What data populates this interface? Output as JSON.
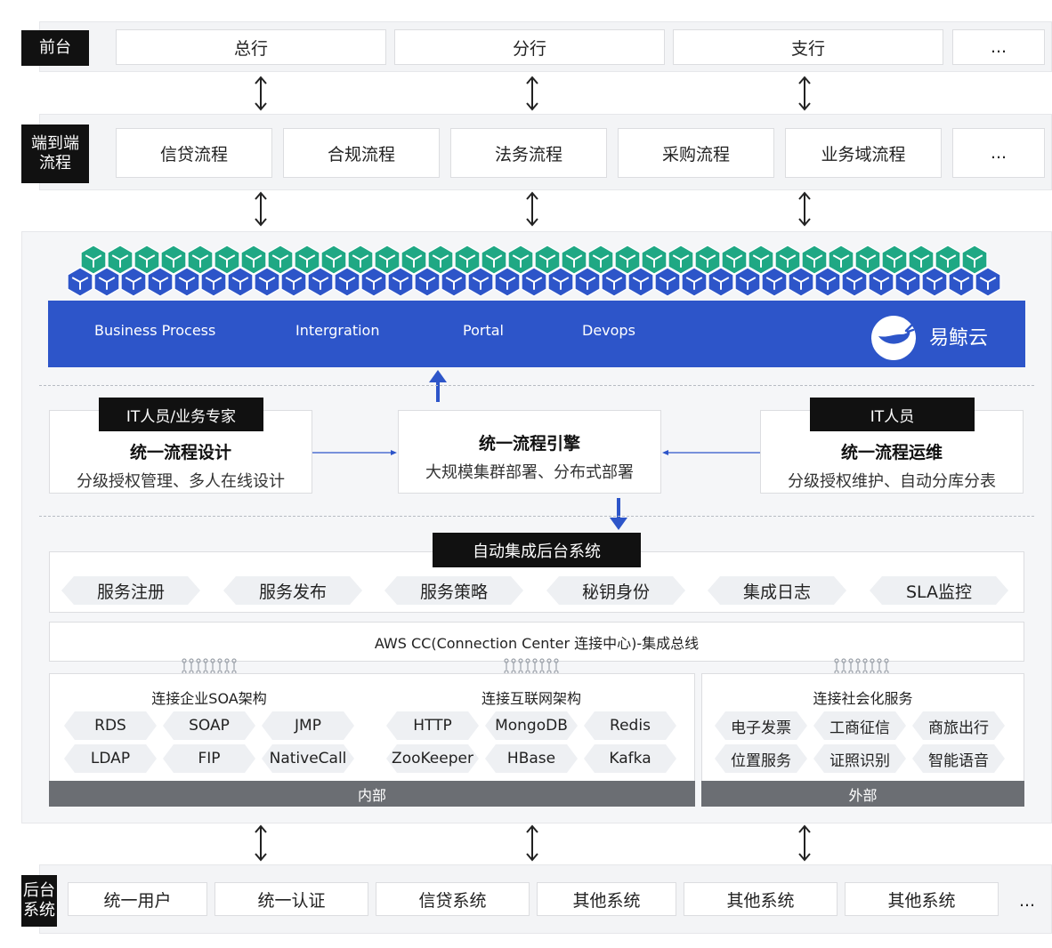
{
  "front": {
    "label": "前台",
    "items": [
      "总行",
      "分行",
      "支行",
      "..."
    ]
  },
  "e2e": {
    "label_line1": "端到端",
    "label_line2": "流程",
    "items": [
      "信贷流程",
      "合规流程",
      "法务流程",
      "采购流程",
      "业务域流程",
      "..."
    ]
  },
  "platform": {
    "tabs": [
      "Business Process",
      "Intergration",
      "Portal",
      "Devops"
    ],
    "brand": "易鲸云",
    "colors": {
      "bar": "#2d55c9",
      "hex_top": "#1fa884",
      "hex_bottom": "#2d55c9"
    }
  },
  "design": {
    "tag": "IT人员/业务专家",
    "title": "统一流程设计",
    "desc": "分级授权管理、多人在线设计"
  },
  "engine": {
    "title": "统一流程引擎",
    "desc": "大规模集群部署、分布式部署"
  },
  "ops": {
    "tag": "IT人员",
    "title": "统一流程运维",
    "desc": "分级授权维护、自动分库分表"
  },
  "integration": {
    "title": "自动集成后台系统",
    "services": [
      "服务注册",
      "服务发布",
      "服务策略",
      "秘钥身份",
      "集成日志",
      "SLA监控"
    ],
    "bus": "AWS CC(Connection Center 连接中心)-集成总线"
  },
  "internal": {
    "soa_title": "连接企业SOA架构",
    "soa_items": [
      "RDS",
      "SOAP",
      "JMP",
      "LDAP",
      "FIP",
      "NativeCall"
    ],
    "net_title": "连接互联网架构",
    "net_items": [
      "HTTP",
      "MongoDB",
      "Redis",
      "ZooKeeper",
      "HBase",
      "Kafka"
    ],
    "footer": "内部"
  },
  "external": {
    "title": "连接社会化服务",
    "items": [
      "电子发票",
      "工商征信",
      "商旅出行",
      "位置服务",
      "证照识别",
      "智能语音"
    ],
    "footer": "外部"
  },
  "back": {
    "label_line1": "后台",
    "label_line2": "系统",
    "items": [
      "统一用户",
      "统一认证",
      "信贷系统",
      "其他系统",
      "其他系统",
      "其他系统",
      "..."
    ]
  }
}
